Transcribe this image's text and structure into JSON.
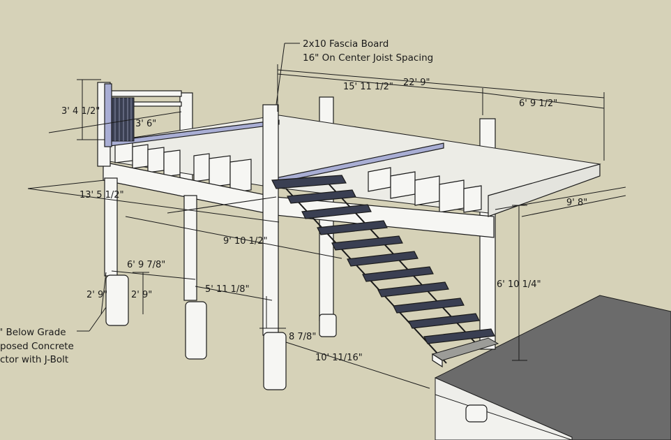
{
  "colors": {
    "background": "#d6d2b8",
    "lumber": "#f6f6f3",
    "stair_tread": "#3a3f52",
    "slab_top": "#6b6b6b",
    "highlight": "#a9aed4"
  },
  "annotations": {
    "fascia_note_line1": "2x10 Fascia Board",
    "fascia_note_line2": "16\" On Center Joist Spacing",
    "footing_note_line1": "\" Below Grade",
    "footing_note_line2": "posed Concrete",
    "footing_note_line3": "ctor with J-Bolt"
  },
  "dimensions": {
    "overall_length": "22' 9\"",
    "left_section": "15' 11 1/2\"",
    "right_section": "6' 9 1/2\"",
    "railing_height": "3' 4 1/2\"",
    "railing_section": "3' 6\"",
    "deck_depth": "13' 5 1/2\"",
    "right_depth": "9' 8\"",
    "stair_run": "9' 10 1/2\"",
    "deck_height": "6' 10 1/4\"",
    "post_spacing_a": "6' 9 7/8\"",
    "post_spacing_b": "5' 11 1/8\"",
    "footing_depth_a": "2' 9\"",
    "footing_depth_b": "2' 9\"",
    "post_offset": "8 7/8\"",
    "stair_landing": "10' 11/16\""
  }
}
